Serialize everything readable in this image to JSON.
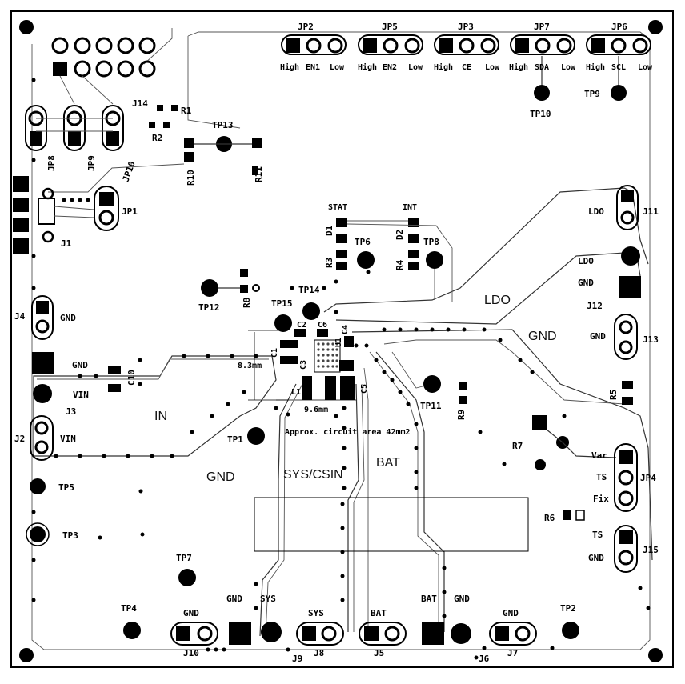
{
  "jumpers_top": {
    "jp2": {
      "ref": "JP2",
      "high": "High",
      "mid": "EN1",
      "low": "Low"
    },
    "jp5": {
      "ref": "JP5",
      "high": "High",
      "mid": "EN2",
      "low": "Low"
    },
    "jp3": {
      "ref": "JP3",
      "high": "High",
      "mid": "CE",
      "low": "Low"
    },
    "jp7": {
      "ref": "JP7",
      "high": "High",
      "mid": "SDA",
      "low": "Low"
    },
    "jp6": {
      "ref": "JP6",
      "high": "High",
      "mid": "SCL",
      "low": "Low"
    }
  },
  "refs": {
    "j14": "J14",
    "r1": "R1",
    "r2": "R2",
    "tp13": "TP13",
    "jp8": "JP8",
    "jp9": "JP9",
    "jp10": "JP10",
    "r10": "R10",
    "r11": "R11",
    "jp1": "JP1",
    "j1": "J1",
    "tp10": "TP10",
    "tp9": "TP9",
    "j11": "J11",
    "j12": "J12",
    "j13": "J13",
    "stat": "STAT",
    "int": "INT",
    "d1": "D1",
    "d2": "D2",
    "tp6": "TP6",
    "tp8": "TP8",
    "r3": "R3",
    "r4": "R4",
    "tp12": "TP12",
    "r8": "R8",
    "tp14": "TP14",
    "tp15": "TP15",
    "c2": "C2",
    "c6": "C6",
    "c4": "C4",
    "u1": "U1",
    "c1": "C1",
    "c3": "C3",
    "c5": "C5",
    "l1": "L1",
    "j4": "J4",
    "j3": "J3",
    "c10": "C10",
    "j2": "J2",
    "tp1": "TP1",
    "tp11": "TP11",
    "r9": "R9",
    "r5": "R5",
    "r7": "R7",
    "r6": "R6",
    "jp4": "JP4",
    "j15": "J15",
    "tp5": "TP5",
    "tp3": "TP3",
    "tp7": "TP7",
    "tp4": "TP4",
    "j10": "J10",
    "j9": "J9",
    "j8": "J8",
    "j5": "J5",
    "j6": "J6",
    "j7": "J7",
    "tp2": "TP2"
  },
  "pin_labels": {
    "ldo_j11": "LDO",
    "ldo_j12": "LDO",
    "gnd_j12": "GND",
    "gnd_j13": "GND",
    "gnd_j4": "GND",
    "gnd_j3": "GND",
    "vin_j3": "VIN",
    "vin_j2": "VIN",
    "var": "Var",
    "ts": "TS",
    "fix": "Fix",
    "ts_j15": "TS",
    "gnd_j15": "GND",
    "gnd_j10": "GND",
    "gnd_j9": "GND",
    "sys_j9": "SYS",
    "sys_j8": "SYS",
    "bat_j5": "BAT",
    "bat_j6": "BAT",
    "gnd_j6": "GND",
    "gnd_j7": "GND"
  },
  "dimensions": {
    "height": "8.3mm",
    "width": "9.6mm",
    "area_note": "Approx. circuit area 42mm2"
  },
  "regions": {
    "ldo": "LDO",
    "gnd_right": "GND",
    "in": "IN",
    "gnd_left": "GND",
    "sys": "SYS/CSIN",
    "bat": "BAT"
  }
}
